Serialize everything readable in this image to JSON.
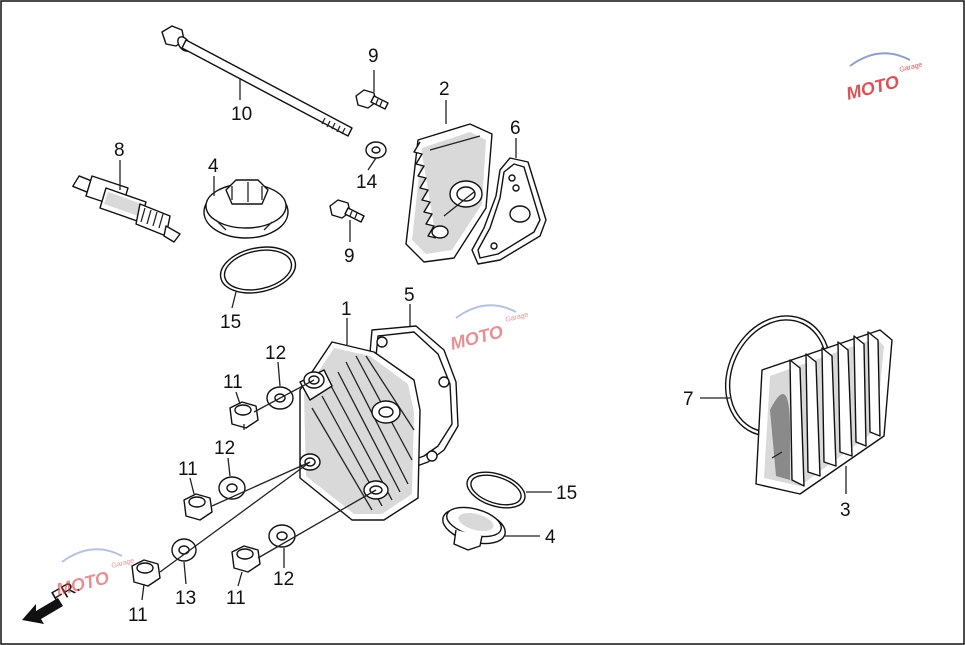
{
  "diagram": {
    "fr_label": "FR.",
    "watermark_text": "MOTO",
    "watermark_sub": "Garage",
    "colors": {
      "ink": "#111111",
      "watermark_red": "#d4343a",
      "watermark_blue": "#7a8fc8",
      "border": "#111111"
    },
    "callouts": [
      {
        "id": "c10",
        "text": "10"
      },
      {
        "id": "c9a",
        "text": "9"
      },
      {
        "id": "c2",
        "text": "2"
      },
      {
        "id": "c6",
        "text": "6"
      },
      {
        "id": "c8",
        "text": "8"
      },
      {
        "id": "c4a",
        "text": "4"
      },
      {
        "id": "c14",
        "text": "14"
      },
      {
        "id": "c9b",
        "text": "9"
      },
      {
        "id": "c15a",
        "text": "15"
      },
      {
        "id": "c1",
        "text": "1"
      },
      {
        "id": "c5",
        "text": "5"
      },
      {
        "id": "c12a",
        "text": "12"
      },
      {
        "id": "c11a",
        "text": "11"
      },
      {
        "id": "c12b",
        "text": "12"
      },
      {
        "id": "c11b",
        "text": "11"
      },
      {
        "id": "c15b",
        "text": "15"
      },
      {
        "id": "c4b",
        "text": "4"
      },
      {
        "id": "c11c",
        "text": "11"
      },
      {
        "id": "c13",
        "text": "13"
      },
      {
        "id": "c11d",
        "text": "11"
      },
      {
        "id": "c12c",
        "text": "12"
      },
      {
        "id": "c7",
        "text": "7"
      },
      {
        "id": "c3",
        "text": "3"
      }
    ]
  }
}
